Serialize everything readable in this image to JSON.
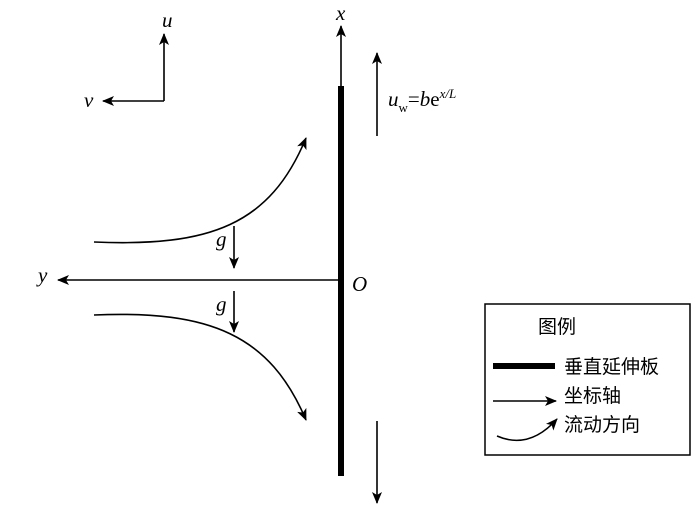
{
  "labels": {
    "u": "u",
    "v": "v",
    "x": "x",
    "y": "y",
    "origin": "O",
    "gravity_top": "g",
    "gravity_bottom": "g"
  },
  "wall_velocity": {
    "u": "u",
    "sub": "w",
    "eq": "=",
    "b": "b",
    "e": "e",
    "exp": "x/L"
  },
  "legend": {
    "title": "图例",
    "items": [
      {
        "symbol": "thick-line",
        "label": "垂直延伸板"
      },
      {
        "symbol": "arrow-line",
        "label": "坐标轴"
      },
      {
        "symbol": "curved-arrow",
        "label": "流动方向"
      }
    ]
  }
}
